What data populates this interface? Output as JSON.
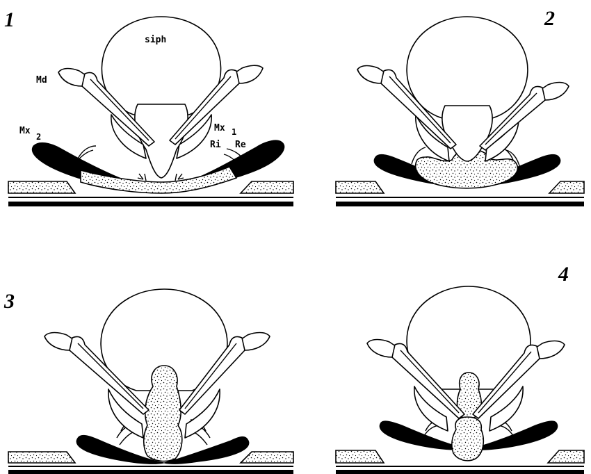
{
  "panels": [
    {
      "number": "1"
    },
    {
      "number": "2"
    },
    {
      "number": "3"
    },
    {
      "number": "4"
    }
  ],
  "labels": {
    "siph": "siph",
    "md": "Md",
    "mx2": "Mx",
    "mx2_sub": "2",
    "mx1": "Mx",
    "mx1_sub": "1",
    "ri": "Ri",
    "re": "Re"
  }
}
